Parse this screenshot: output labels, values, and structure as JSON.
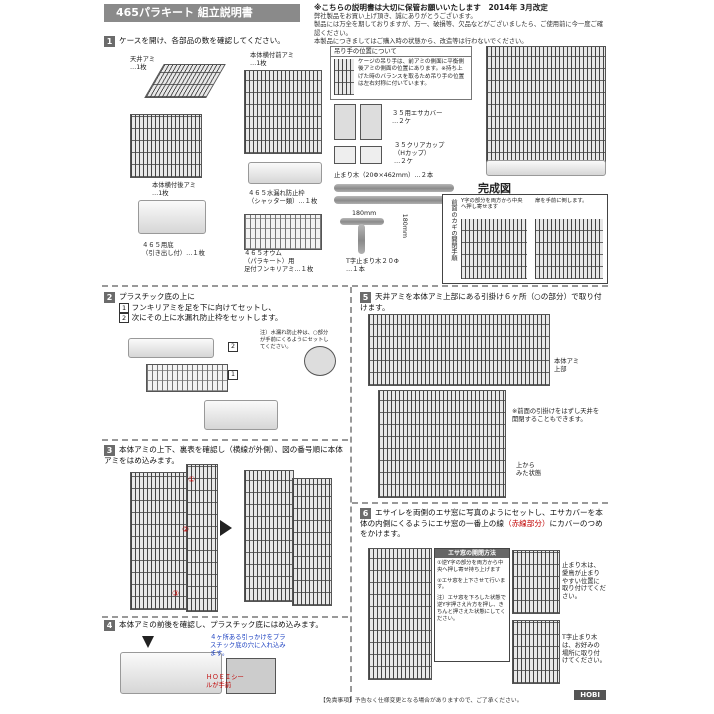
{
  "title": "465パラキート 組立説明書",
  "notice": {
    "line1": "※こちらの説明書は大切に保管お願いいたします　2014年 3月改定",
    "line2": "弊社製品をお買い上げ頂き、誠にありがとうございます。",
    "line3": "製品には万全を期しておりますが、万一、破損等、欠品などがございましたら、ご使用前に今一度ご確認ください。",
    "line4": "本製品につきましてはご購入時の状態から、改造等は行わないでください。"
  },
  "step1": {
    "num": "1",
    "text": "ケースを開け、各部品の数を確認してください。",
    "parts": {
      "top": "天井アミ\n…1枚",
      "front": "本体横付前アミ\n…1枚",
      "back": "本体横付後アミ\n…1枚",
      "shield": "４６５水漏れ防止枠\n（シャッター類）…１枚",
      "tray": "４６５用底\n（引き出し付）…１枚",
      "grate": "４６５オウム\n（パラキート）用\n足付フンキリアミ…１枚",
      "cup": "３５用エサカバー\n…２ケ",
      "clearcup": "３５クリアカップ\n（Hカップ）\n…２ケ",
      "perch": "止まり木（20Φ×462mm）…２本",
      "tperch": "T字止まり木２０Φ\n…１本",
      "dim1": "180mm",
      "dim2": "180mm"
    },
    "handle_box": {
      "title": "吊り手の位置について",
      "text": "ケージの吊り手は、前アミの側面に平衡側後アミの側面の位置にあります。※持ち上げた時のバランスを取るため吊り手の位置は左右対称に付いています。"
    },
    "complete": "完成図",
    "front_door": "前面のカギの開閉手順",
    "door1": "Y字の部分を両方から中央へ押し寄せます",
    "door2": "扉を手前に倒します。"
  },
  "step2": {
    "num": "2",
    "text": "プラスチック底の上に",
    "sub1_num": "1",
    "sub1": "フンキリアミを足を下に向けてセットし、",
    "sub2_num": "2",
    "sub2": "次にその上に水漏れ防止枠をセットします。",
    "note": "注）水漏れ防止枠は、○部分が手前にくるようにセットしてください。",
    "call1": "2",
    "call2": "1"
  },
  "step3": {
    "num": "3",
    "text": "本体アミの上下、裏表を確認し（横線が外側）、図の番号順に本体アミをはめ込みます。",
    "n1": "①",
    "n2": "②",
    "n3": "③"
  },
  "step4": {
    "num": "4",
    "text": "本体アミの前後を確認し、プラスチック底にはめ込みます。",
    "note1": "４ヶ所ある引っかけをプラスチック底の穴に入れ込みます。",
    "note2": "ＨＯＥＩシールが手前"
  },
  "step5": {
    "num": "5",
    "text": "天井アミを本体アミ上部にある引掛け６ヶ所（○の部分）で取り付けます。",
    "lbl1": "本体アミ\n上部",
    "lbl2": "※前面の引掛けをはずし天井を開閉することもできます。",
    "lbl3": "上から\nみた状態"
  },
  "step6": {
    "num": "6",
    "text": "エサイレを両側のエサ窓に写真のようにセットし、エサカバーを本体の内側にくるようにエサ窓の一番上の線",
    "text_red": "（赤線部分）",
    "text2": "にカバーのつめをかけます。",
    "door_title": "エサ窓の開閉方法",
    "door1": "①逆Y字の部分を両方から中央へ押し寄せ持ち上げます",
    "door2": "②エサ窓を上下させて行います。",
    "door3": "注）エサ窓を下ろした状態で逆Y字押さえ片方を押し、きちんと押さえた状態にしてください。",
    "perch_note": "止まり木は、愛鳥が止まりやすい位置に取り付けてください。",
    "tperch_note": "T字止まり木は、お好みの場所に取り付けてください。"
  },
  "footer": "【免責事項】予告なく仕様変更となる場合がありますので、ご了承ください。",
  "brand": "HOBI"
}
